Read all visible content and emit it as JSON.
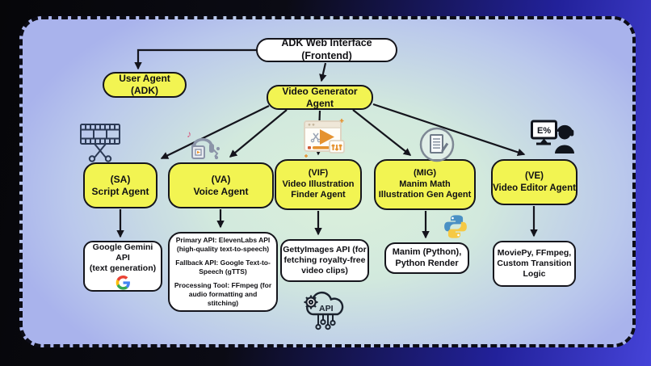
{
  "diagram": {
    "nodes": {
      "adk_web": {
        "label": "ADK Web Interface (Frontend)"
      },
      "user_agent": {
        "label": "User Agent (ADK)"
      },
      "video_gen": {
        "label": "Video Generator Agent"
      },
      "sa": {
        "lines": [
          "(SA)",
          "Script Agent"
        ]
      },
      "va": {
        "lines": [
          "(VA)",
          "Voice Agent"
        ]
      },
      "vif": {
        "lines": [
          "(VIF)",
          "Video Illustration",
          "Finder Agent"
        ]
      },
      "mig": {
        "lines": [
          "(MIG)",
          "Manim Math",
          "Illustration Gen Agent"
        ]
      },
      "ve": {
        "lines": [
          "(VE)",
          "Video Editor Agent"
        ]
      },
      "gemini": {
        "lines": [
          "Google Gemini API",
          "(text generation)"
        ]
      },
      "voice_tools": {
        "paragraphs": [
          "Primary API: ElevenLabs API (high-quality text-to-speech)",
          "Fallback API: Google Text-to-Speech (gTTS)",
          "Processing Tool: FFmpeg (for audio formatting and stitching)"
        ]
      },
      "getty": {
        "lines": [
          "GettyImages API (for",
          "fetching royalty-free",
          "video clips)"
        ]
      },
      "manim": {
        "lines": [
          "Manim (Python),",
          "Python Render"
        ]
      },
      "moviepy": {
        "lines": [
          "MoviePy, FFmpeg,",
          "Custom Transition",
          "Logic"
        ]
      }
    },
    "icons": {
      "script_agent": "film-strip-with-scissors-icon",
      "voice_agent": "headphones-audio-icon",
      "voice_note_glyph": "♪",
      "vif_agent": "browser-video-play-icon",
      "mig_agent": "document-pencil-circle-icon",
      "video_editor": "monitor-and-editor-person-icon",
      "monitor_glyph": "E%",
      "google": "google-g-logo",
      "python": "python-logo",
      "api_cloud": {
        "name": "api-cloud-circuit-icon",
        "label": "API"
      }
    },
    "colors": {
      "node_yellow": "#f2f452",
      "node_white": "#ffffff",
      "node_border": "#15151c",
      "arrow": "#14141c",
      "panel_border": "#0c0c16",
      "outer_left": "#060609",
      "outer_right": "#4543d8"
    }
  }
}
